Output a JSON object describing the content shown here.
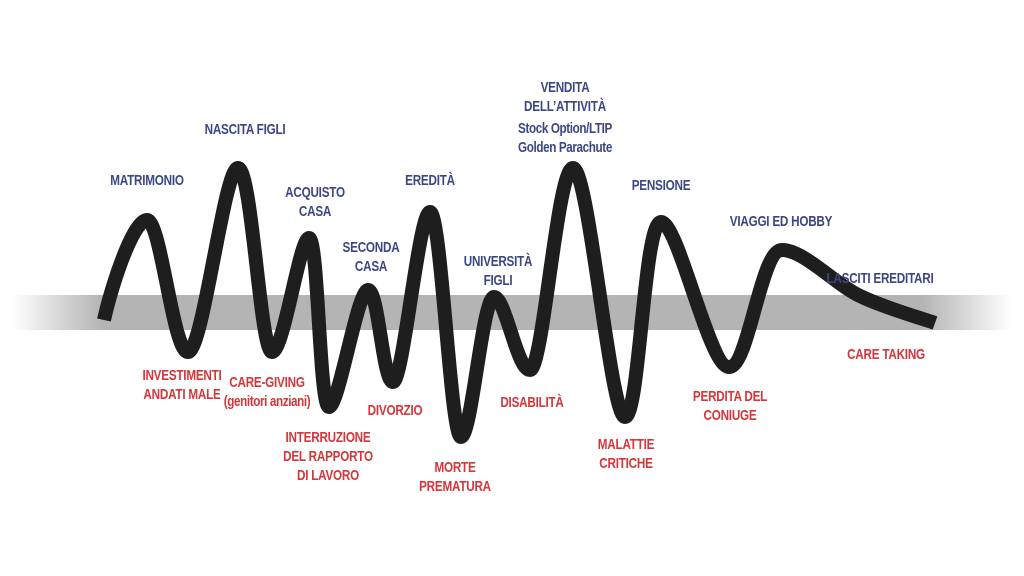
{
  "colors": {
    "positive": "#3b4785",
    "negative": "#d4363a",
    "curve": "#1e1e1e",
    "band": "#b4b4b4"
  },
  "positive_events": {
    "matrimonio": [
      "MATRIMONIO"
    ],
    "nascita_figli": [
      "NASCITA FIGLI"
    ],
    "acquisto_casa": [
      "ACQUISTO",
      "CASA"
    ],
    "seconda_casa": [
      "SECONDA",
      "CASA"
    ],
    "eredita": [
      "EREDITÀ"
    ],
    "universita_figli": [
      "UNIVERSITÀ",
      "FIGLI"
    ],
    "vendita_attivita": [
      "VENDITA",
      "DELL’ATTIVITÀ",
      "Stock Option/LTIP",
      "Golden Parachute"
    ],
    "pensione": [
      "PENSIONE"
    ],
    "viaggi": [
      "VIAGGI ED HOBBY"
    ],
    "lasciti": [
      "LASCITI EREDITARI"
    ]
  },
  "negative_events": {
    "investimenti": [
      "INVESTIMENTI",
      "ANDATI MALE"
    ],
    "care_giving": [
      "CARE-GIVING",
      "(genitori anziani)"
    ],
    "interruzione": [
      "INTERRUZIONE",
      "DEL RAPPORTO",
      "DI LAVORO"
    ],
    "divorzio": [
      "DIVORZIO"
    ],
    "morte": [
      "MORTE",
      "PREMATURA"
    ],
    "disabilita": [
      "DISABILITÀ"
    ],
    "malattie": [
      "MALATTIE",
      "CRITICHE"
    ],
    "perdita_coniuge": [
      "PERDITA DEL",
      "CONIUGE"
    ],
    "care_taking": [
      "CARE TAKING"
    ]
  }
}
